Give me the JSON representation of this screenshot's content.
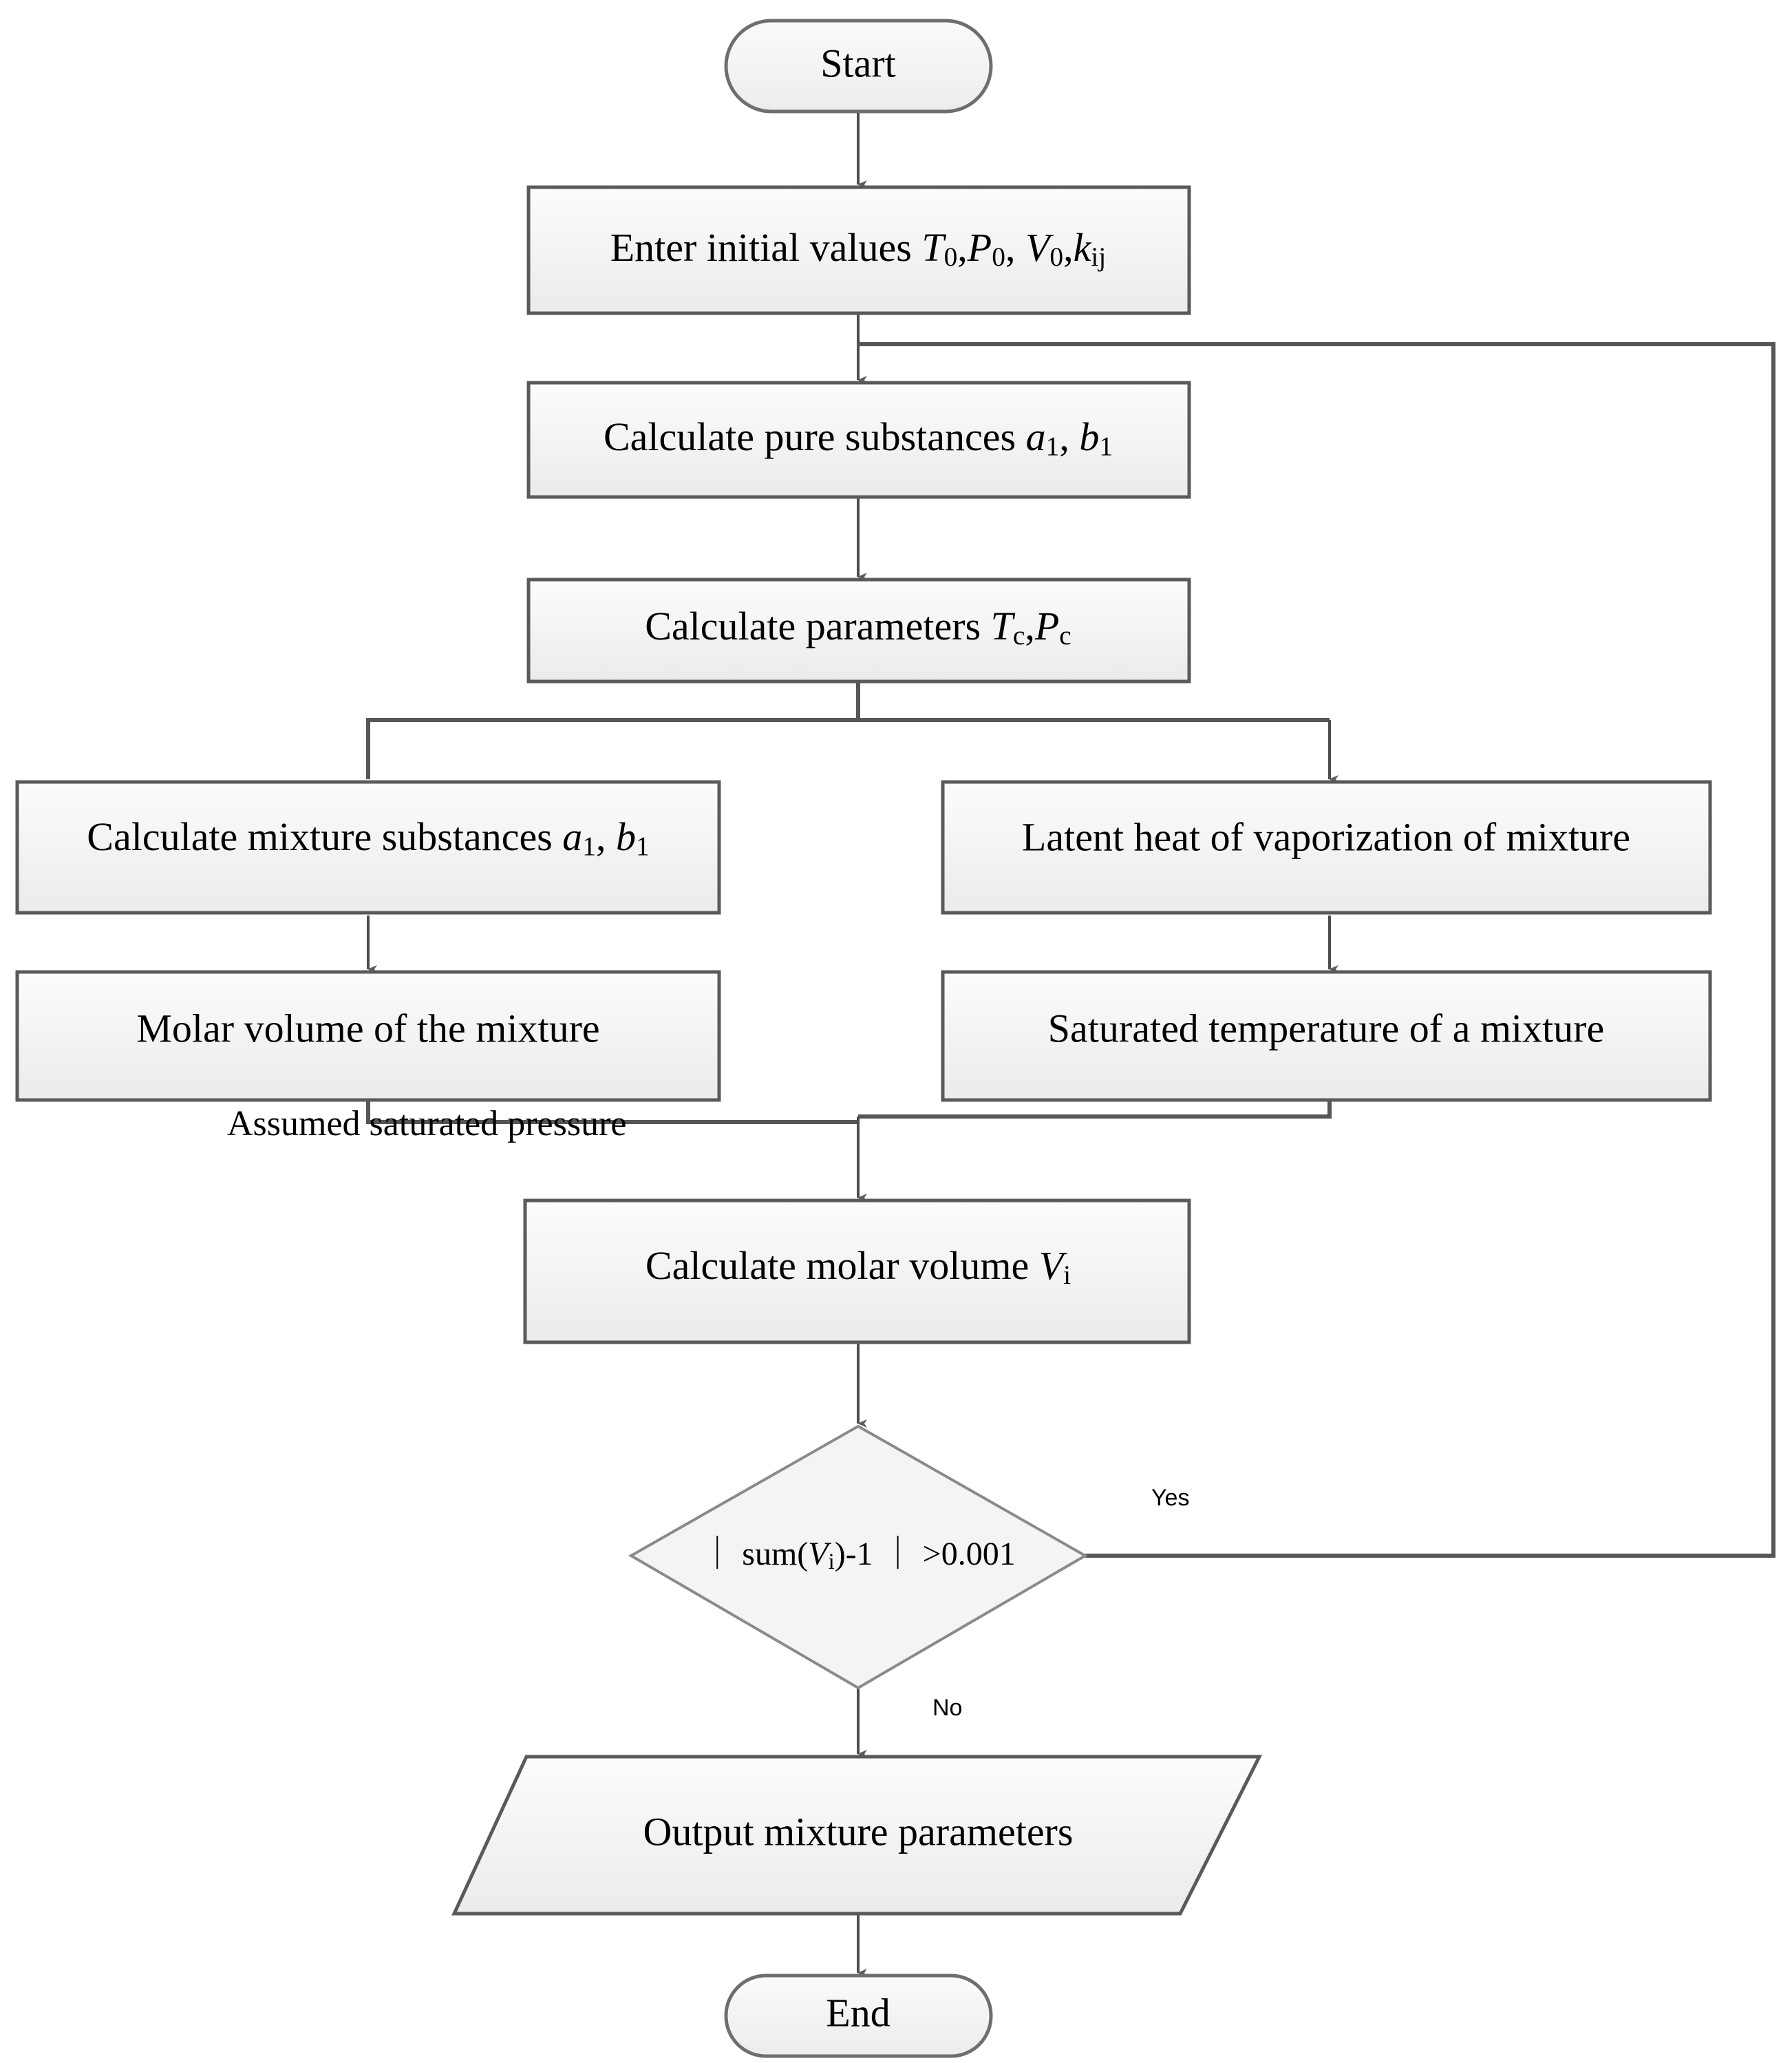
{
  "diagram": {
    "title": "Flowchart for mixture property calculation",
    "type": "flowchart",
    "colors": {
      "node_fill_top": "#fbfbfb",
      "node_fill_bottom": "#ededed",
      "node_stroke": "#5a5a5a",
      "terminator_stroke": "#6e6e6e",
      "decision_stroke": "#808080",
      "connector": "#4d4d4d",
      "text": "#000000",
      "background": "#ffffff"
    }
  },
  "nodes": {
    "start": {
      "shape": "terminator",
      "label": "Start"
    },
    "enter_initial": {
      "shape": "process",
      "label_plain": "Enter initial values T0,P0,  V0,kij",
      "prefix": "Enter initial values ",
      "symbols": [
        {
          "base": "T",
          "sub": "0",
          "tail": ","
        },
        {
          "base": "P",
          "sub": "0",
          "tail": ",  "
        },
        {
          "base": "V",
          "sub": "0",
          "tail": ","
        },
        {
          "base": "k",
          "sub": "ij",
          "tail": ""
        }
      ]
    },
    "calc_pure": {
      "shape": "process",
      "label_plain": "Calculate pure substances a1, b1",
      "prefix": "Calculate pure substances ",
      "symbols": [
        {
          "base": "a",
          "sub": "1",
          "tail": ", "
        },
        {
          "base": "b",
          "sub": "1",
          "tail": ""
        }
      ]
    },
    "calc_params": {
      "shape": "process",
      "label_plain": "Calculate parameters Tc,Pc",
      "prefix": "Calculate parameters ",
      "symbols": [
        {
          "base": "T",
          "sub": "c",
          "tail": ","
        },
        {
          "base": "P",
          "sub": "c",
          "tail": ""
        }
      ]
    },
    "calc_mixture": {
      "shape": "process",
      "label_plain": "Calculate mixture substances a1, b1",
      "prefix": "Calculate mixture substances ",
      "symbols": [
        {
          "base": "a",
          "sub": "1",
          "tail": ", "
        },
        {
          "base": "b",
          "sub": "1",
          "tail": ""
        }
      ]
    },
    "latent_heat": {
      "shape": "process",
      "label": "Latent heat of vaporization of mixture"
    },
    "molar_volume_mixture": {
      "shape": "process",
      "label": "Molar volume of the mixture"
    },
    "saturated_temp": {
      "shape": "process",
      "label": "Saturated temperature of a mixture"
    },
    "calc_molar_volume": {
      "shape": "process",
      "label_plain": "Calculate molar volume Vi",
      "prefix": "Calculate molar volume ",
      "symbols": [
        {
          "base": "V",
          "sub": "i",
          "tail": ""
        }
      ]
    },
    "decision": {
      "shape": "decision",
      "label_plain": "| sum(Vi)-1 | >0.001",
      "part_left": "｜ sum(",
      "sym_base": "V",
      "sym_sub": "i",
      "part_right": ")-1 ｜ >0.001"
    },
    "output": {
      "shape": "data",
      "label": "Output mixture parameters"
    },
    "end": {
      "shape": "terminator",
      "label": "End"
    }
  },
  "free_labels": {
    "assumed_saturated_pressure": "Assumed saturated pressure"
  },
  "edge_labels": {
    "yes": "Yes",
    "no": "No"
  }
}
